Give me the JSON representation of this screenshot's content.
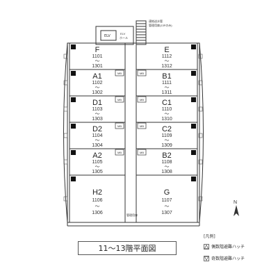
{
  "plan": {
    "title": "11～13階平面図",
    "labels": {
      "elv": "ELV",
      "elv_hall": "ELV\nホール",
      "top_note1": "連結送水管",
      "top_note2": "管理用扉(13Fのみ)",
      "mb": "MB",
      "kanri": "管理用扉"
    },
    "units_left": [
      {
        "name": "F",
        "num1": "1101",
        "tilde": "〜",
        "num2": "1301"
      },
      {
        "name": "A1",
        "num1": "1102",
        "tilde": "〜",
        "num2": "1302"
      },
      {
        "name": "D1",
        "num1": "1103",
        "tilde": "〜",
        "num2": "1303"
      },
      {
        "name": "D2",
        "num1": "1104",
        "tilde": "〜",
        "num2": "1304"
      },
      {
        "name": "A2",
        "num1": "1105",
        "tilde": "〜",
        "num2": "1305"
      },
      {
        "name": "H2",
        "num1": "1106",
        "tilde": "〜",
        "num2": "1306"
      }
    ],
    "units_right": [
      {
        "name": "E",
        "num1": "1112",
        "tilde": "〜",
        "num2": "1312"
      },
      {
        "name": "B1",
        "num1": "1111",
        "tilde": "〜",
        "num2": "1311"
      },
      {
        "name": "C1",
        "num1": "1110",
        "tilde": "〜",
        "num2": "1310"
      },
      {
        "name": "C2",
        "num1": "1109",
        "tilde": "〜",
        "num2": "1309"
      },
      {
        "name": "B2",
        "num1": "1108",
        "tilde": "〜",
        "num2": "1308"
      },
      {
        "name": "G",
        "num1": "1107",
        "tilde": "〜",
        "num2": "1307"
      }
    ]
  },
  "compass": {
    "label": "N"
  },
  "legend": {
    "title": "[凡例]",
    "item1": "偶数階避難ハッチ",
    "item2": "奇数階避難ハッチ"
  }
}
